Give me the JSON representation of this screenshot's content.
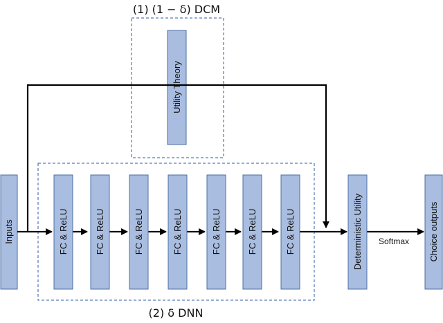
{
  "dcm_title": "(1) (1 − δ) DCM",
  "dnn_title": "(2) δ DNN",
  "utility_theory": "Utility Theory",
  "inputs": "Inputs",
  "fc_layers": [
    "FC & ReLU",
    "FC & ReLU",
    "FC & ReLU",
    "FC & ReLU",
    "FC & ReLU",
    "FC & ReLU",
    "FC & ReLU"
  ],
  "deterministic_utility": "Deterministic Utility",
  "softmax": "Softmax",
  "choice_outputs": "Choice outputs"
}
